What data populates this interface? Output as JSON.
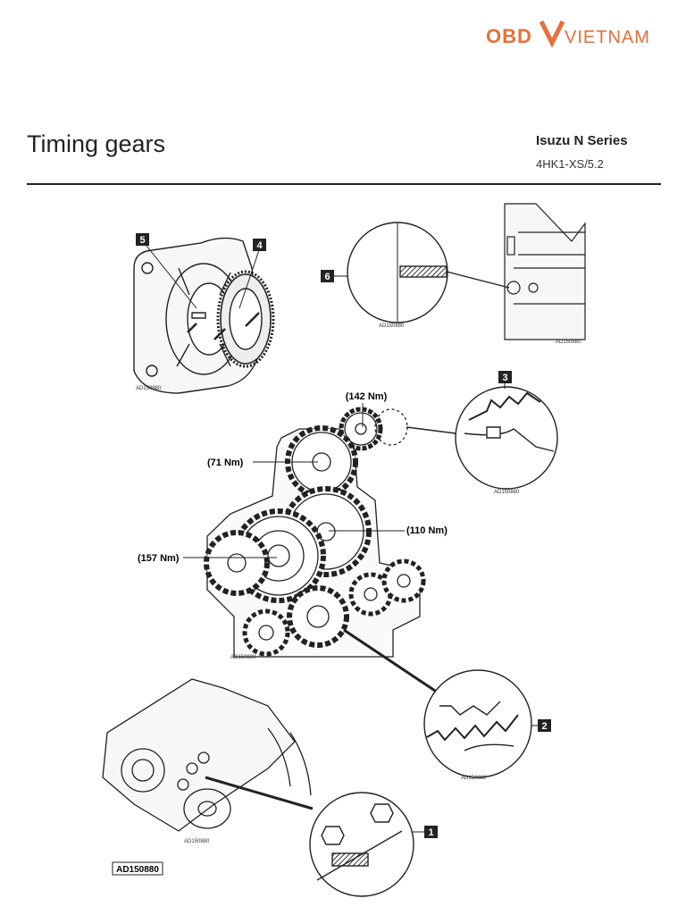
{
  "logo": {
    "text_left": "OBD",
    "text_right": "VIETNAM",
    "color": "#e8703a"
  },
  "header": {
    "title": "Timing gears",
    "vehicle": "Isuzu N Series",
    "engine": "4HK1-XS/5.2"
  },
  "figure": {
    "callouts": [
      "1",
      "2",
      "3",
      "4",
      "5",
      "6"
    ],
    "torques": [
      "(142 Nm)",
      "(71 Nm)",
      "(110 Nm)",
      "(157 Nm)"
    ],
    "codes": {
      "small": "AD150880",
      "main": "AD150880"
    }
  }
}
